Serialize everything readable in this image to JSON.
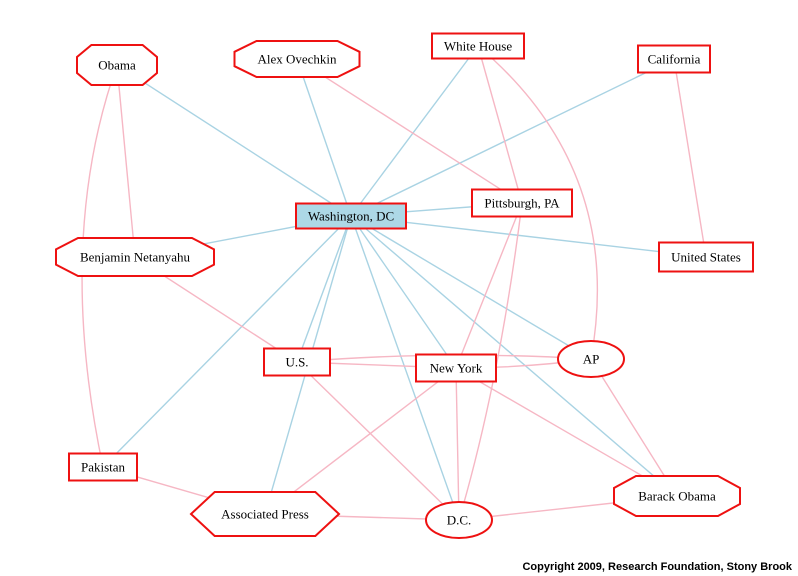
{
  "graph": {
    "colors": {
      "node_stroke": "#ee1111",
      "node_fill": "#ffffff",
      "center_fill": "#add8e6",
      "center_stroke": "#3a80ff",
      "edge_blue": "#a9d3e3",
      "edge_pink": "#f6b7c4"
    },
    "nodes": [
      {
        "id": "washington",
        "label": "Washington, DC",
        "shape": "box",
        "center": true
      },
      {
        "id": "obama",
        "label": "Obama",
        "shape": "octagon"
      },
      {
        "id": "ovechkin",
        "label": "Alex Ovechkin",
        "shape": "octagon"
      },
      {
        "id": "whitehouse",
        "label": "White House",
        "shape": "box"
      },
      {
        "id": "california",
        "label": "California",
        "shape": "box"
      },
      {
        "id": "pittsburgh",
        "label": "Pittsburgh, PA",
        "shape": "box"
      },
      {
        "id": "netanyahu",
        "label": "Benjamin Netanyahu",
        "shape": "octagon"
      },
      {
        "id": "unitedstates",
        "label": "United States",
        "shape": "box"
      },
      {
        "id": "us",
        "label": "U.S.",
        "shape": "box"
      },
      {
        "id": "newyork",
        "label": "New York",
        "shape": "box"
      },
      {
        "id": "ap",
        "label": "AP",
        "shape": "ellipse"
      },
      {
        "id": "pakistan",
        "label": "Pakistan",
        "shape": "box"
      },
      {
        "id": "barackobama",
        "label": "Barack Obama",
        "shape": "octagon"
      },
      {
        "id": "associatedpress",
        "label": "Associated Press",
        "shape": "hexagon"
      },
      {
        "id": "dc",
        "label": "D.C.",
        "shape": "ellipse"
      }
    ],
    "edges": [
      {
        "from": "obama",
        "to": "washington",
        "color": "blue"
      },
      {
        "from": "ovechkin",
        "to": "washington",
        "color": "blue"
      },
      {
        "from": "whitehouse",
        "to": "washington",
        "color": "blue"
      },
      {
        "from": "california",
        "to": "washington",
        "color": "blue"
      },
      {
        "from": "pittsburgh",
        "to": "washington",
        "color": "blue"
      },
      {
        "from": "netanyahu",
        "to": "washington",
        "color": "blue"
      },
      {
        "from": "unitedstates",
        "to": "washington",
        "color": "blue"
      },
      {
        "from": "us",
        "to": "washington",
        "color": "blue"
      },
      {
        "from": "newyork",
        "to": "washington",
        "color": "blue"
      },
      {
        "from": "ap",
        "to": "washington",
        "color": "blue"
      },
      {
        "from": "pakistan",
        "to": "washington",
        "color": "blue"
      },
      {
        "from": "barackobama",
        "to": "washington",
        "color": "blue"
      },
      {
        "from": "associatedpress",
        "to": "washington",
        "color": "blue"
      },
      {
        "from": "dc",
        "to": "washington",
        "color": "blue"
      },
      {
        "from": "obama",
        "to": "netanyahu",
        "color": "pink"
      },
      {
        "from": "obama",
        "to": "pakistan",
        "color": "pink"
      },
      {
        "from": "ovechkin",
        "to": "pittsburgh",
        "color": "pink"
      },
      {
        "from": "whitehouse",
        "to": "pittsburgh",
        "color": "pink"
      },
      {
        "from": "whitehouse",
        "to": "ap",
        "color": "pink"
      },
      {
        "from": "california",
        "to": "unitedstates",
        "color": "pink"
      },
      {
        "from": "pittsburgh",
        "to": "newyork",
        "color": "pink"
      },
      {
        "from": "pittsburgh",
        "to": "dc",
        "color": "pink"
      },
      {
        "from": "netanyahu",
        "to": "us",
        "color": "pink"
      },
      {
        "from": "us",
        "to": "ap",
        "color": "pink"
      },
      {
        "from": "us",
        "to": "newyork",
        "color": "pink"
      },
      {
        "from": "us",
        "to": "dc",
        "color": "pink"
      },
      {
        "from": "newyork",
        "to": "ap",
        "color": "pink"
      },
      {
        "from": "newyork",
        "to": "dc",
        "color": "pink"
      },
      {
        "from": "newyork",
        "to": "associatedpress",
        "color": "pink"
      },
      {
        "from": "newyork",
        "to": "barackobama",
        "color": "pink"
      },
      {
        "from": "ap",
        "to": "barackobama",
        "color": "pink"
      },
      {
        "from": "pakistan",
        "to": "associatedpress",
        "color": "pink"
      },
      {
        "from": "associatedpress",
        "to": "dc",
        "color": "pink"
      },
      {
        "from": "dc",
        "to": "barackobama",
        "color": "pink"
      }
    ]
  },
  "footer": {
    "copyright": "Copyright 2009, Research Foundation, Stony Brook"
  }
}
